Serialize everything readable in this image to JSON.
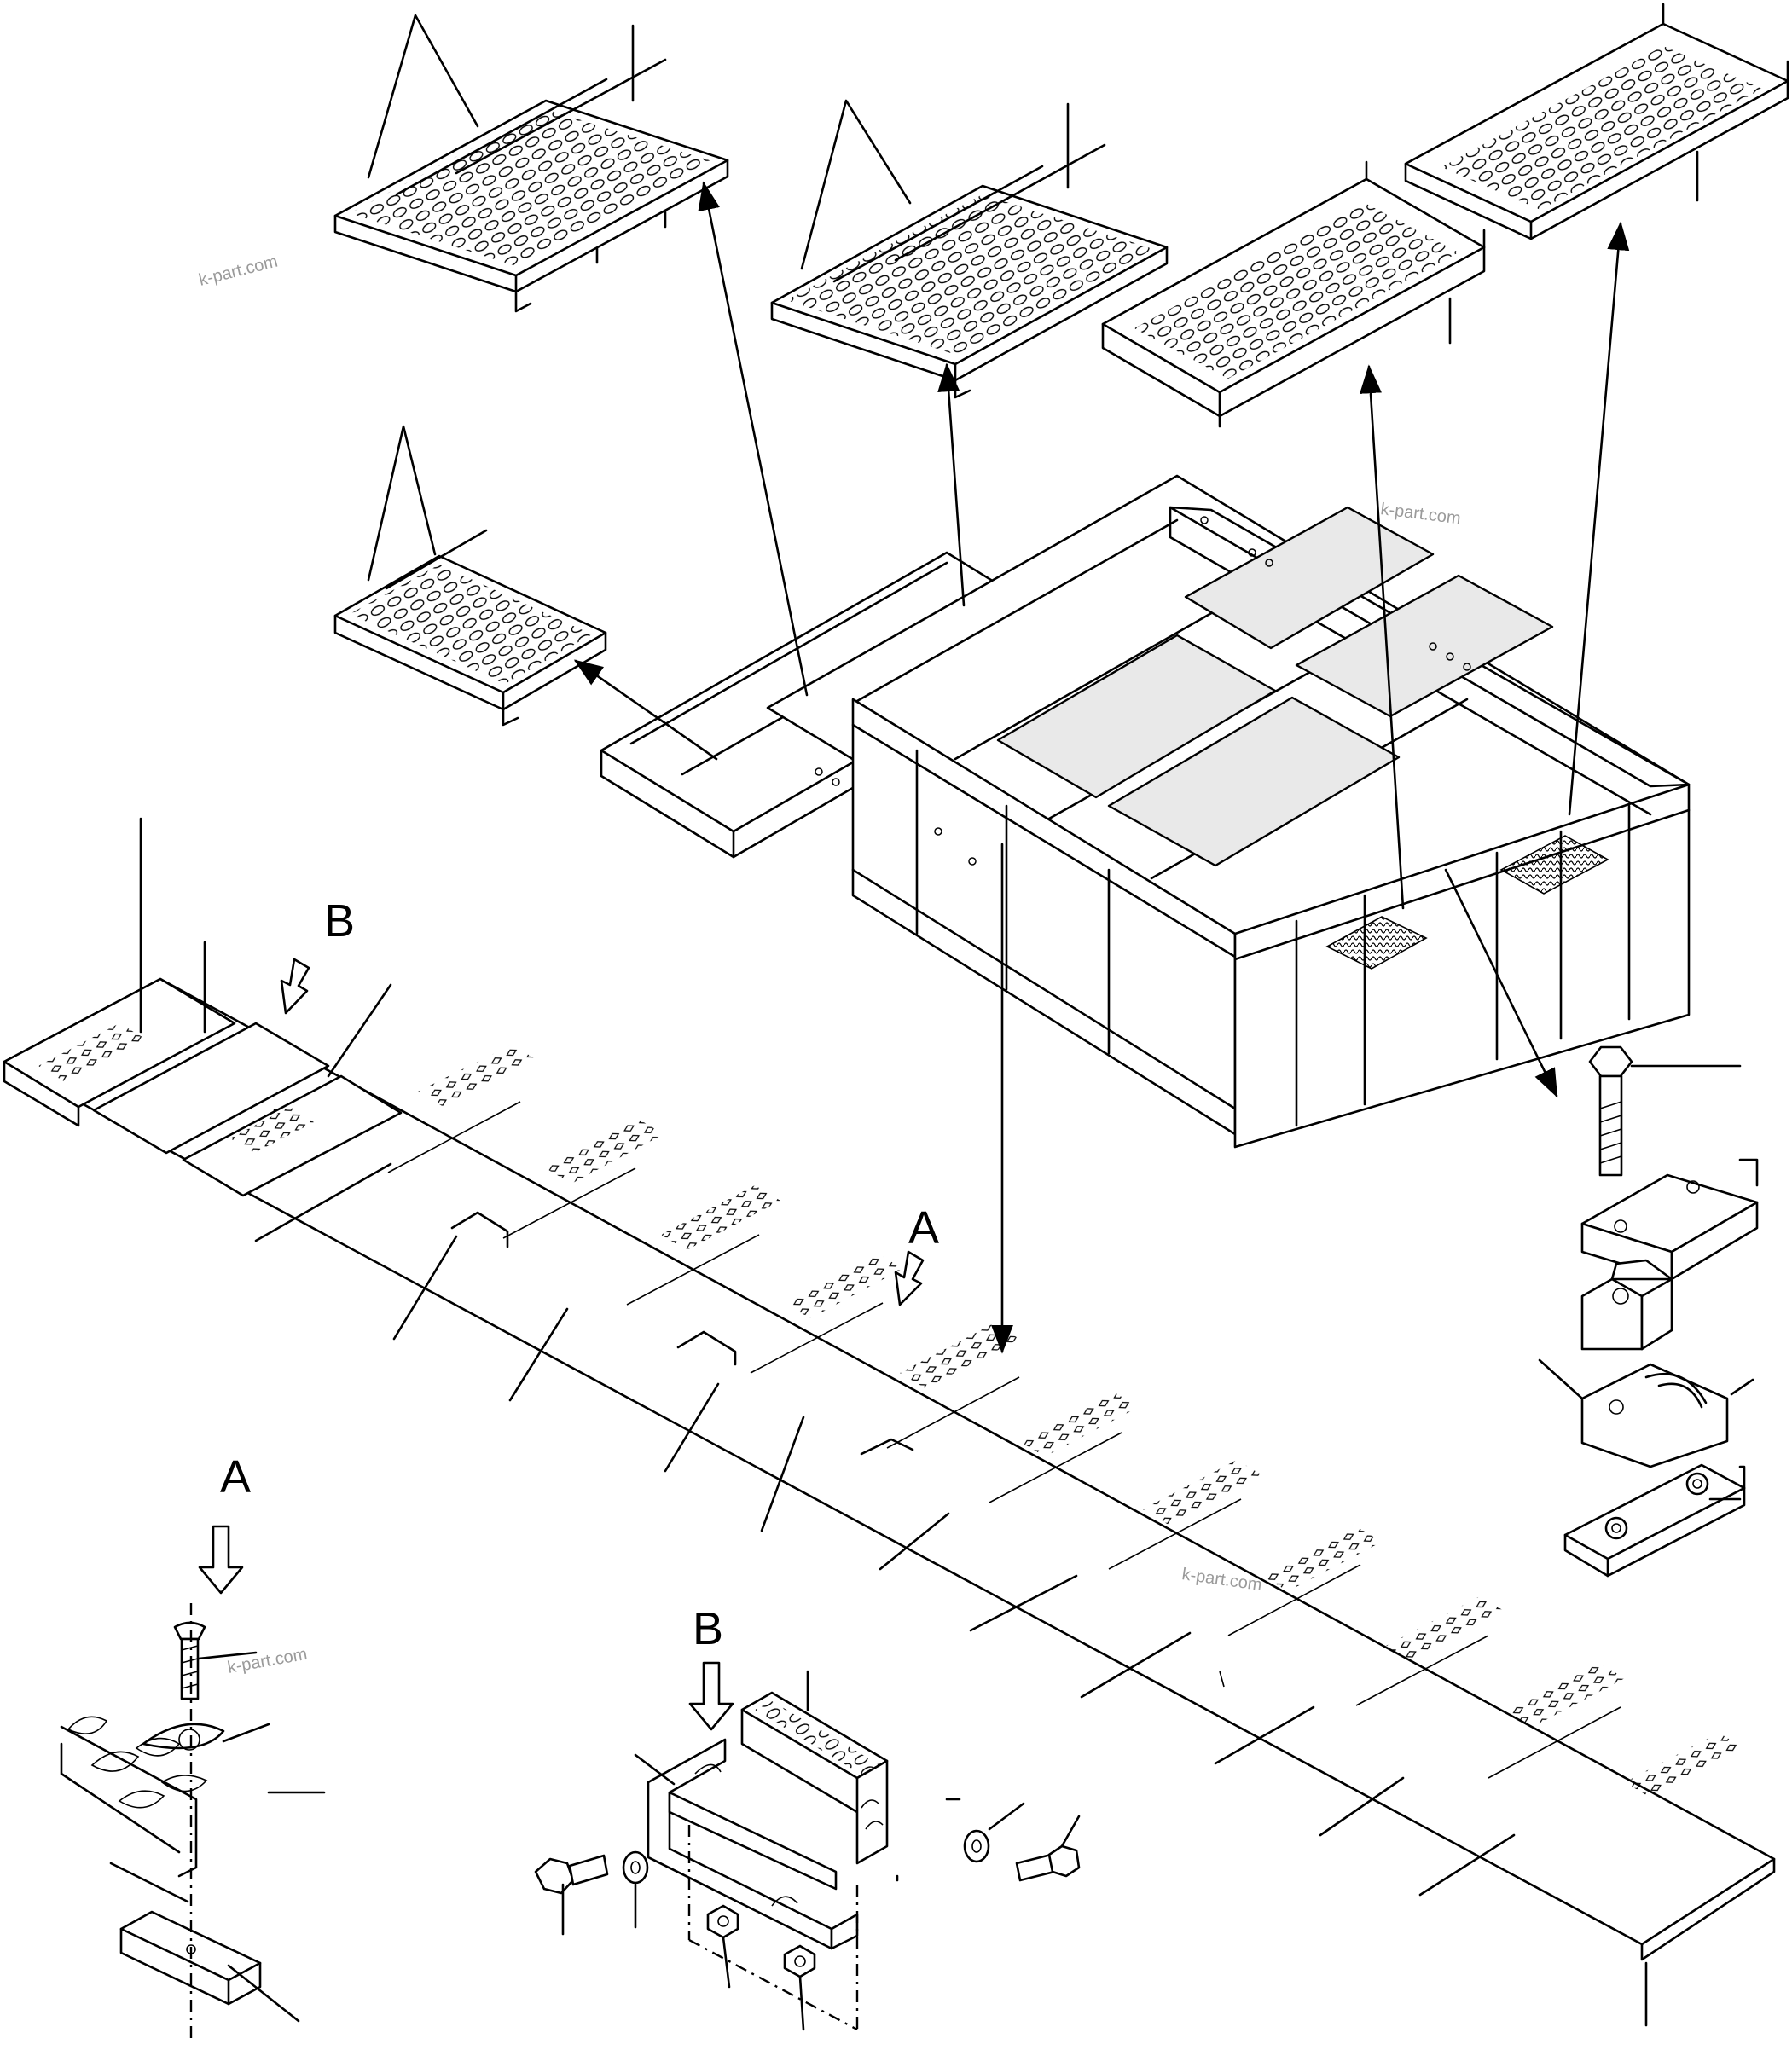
{
  "diagram": {
    "callouts": {
      "a_main": "A",
      "b_main": "B",
      "a_detail": "A",
      "b_detail": "B"
    },
    "watermarks": [
      "k-part.com",
      "k-part.com",
      "k-part.com",
      "k-part.com"
    ]
  }
}
